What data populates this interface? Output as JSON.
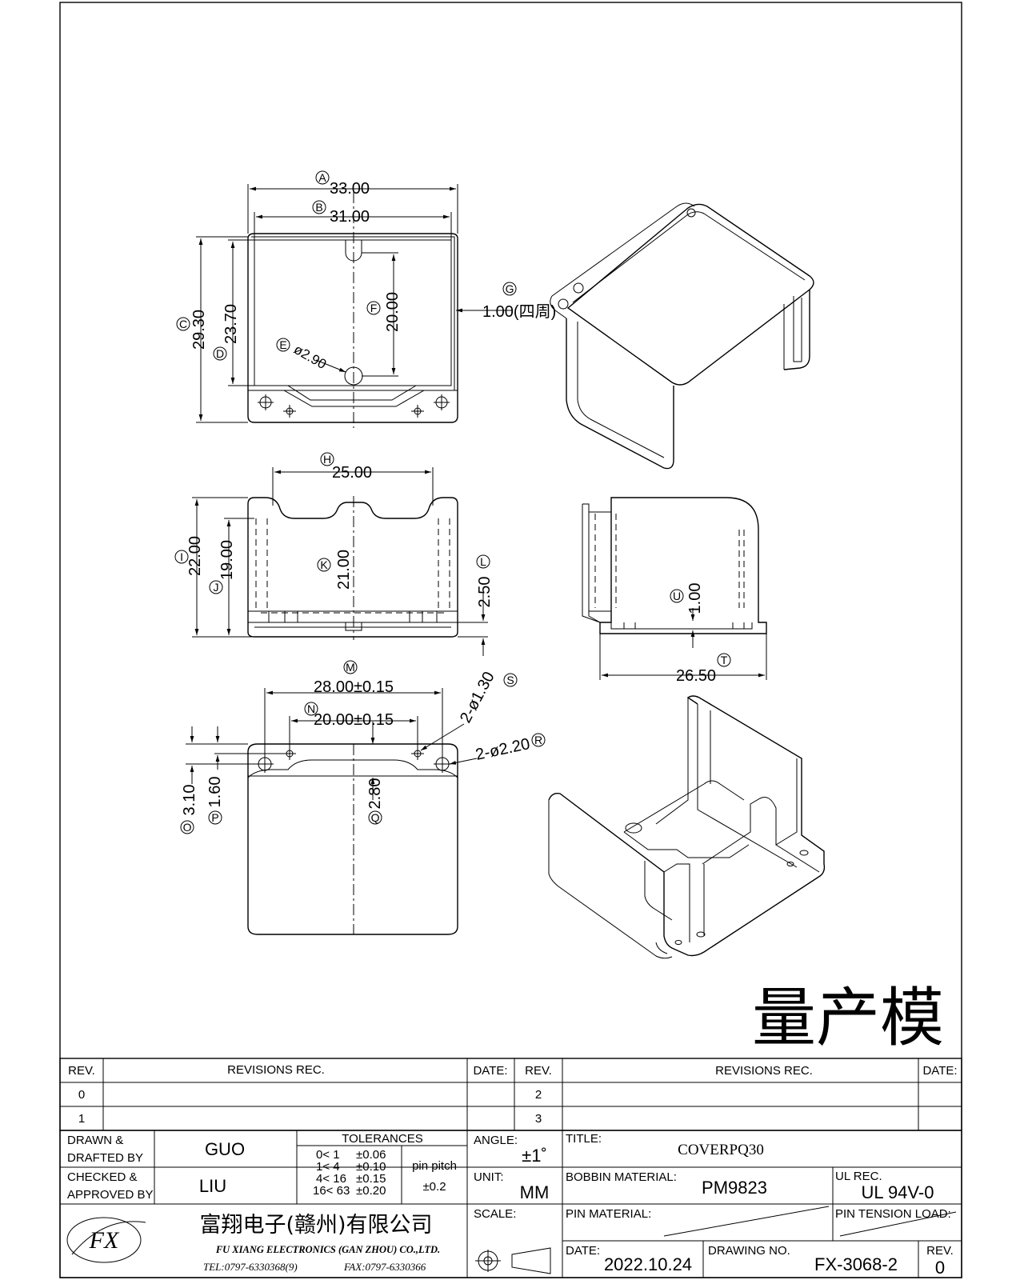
{
  "watermark": "量产模",
  "dimensions": [
    {
      "id": "A",
      "value": "33.00"
    },
    {
      "id": "B",
      "value": "31.00"
    },
    {
      "id": "C",
      "value": "29.30"
    },
    {
      "id": "D",
      "value": "23.70"
    },
    {
      "id": "E",
      "value": "ø2.90"
    },
    {
      "id": "F",
      "value": "20.00"
    },
    {
      "id": "G",
      "value": "1.00(四周)"
    },
    {
      "id": "H",
      "value": "25.00"
    },
    {
      "id": "I",
      "value": "22.00"
    },
    {
      "id": "J",
      "value": "19.00"
    },
    {
      "id": "K",
      "value": "21.00"
    },
    {
      "id": "L",
      "value": "2.50"
    },
    {
      "id": "U",
      "value": "1.00"
    },
    {
      "id": "T",
      "value": "26.50"
    },
    {
      "id": "M",
      "value": "28.00±0.15"
    },
    {
      "id": "N",
      "value": "20.00±0.15"
    },
    {
      "id": "S",
      "value": "2-ø1.30"
    },
    {
      "id": "R",
      "value": "2-ø2.20"
    },
    {
      "id": "O",
      "value": "3.10"
    },
    {
      "id": "P",
      "value": "1.60"
    },
    {
      "id": "Q",
      "value": "2.80"
    }
  ],
  "revision_table": {
    "left_header": {
      "rev": "REV.",
      "rec": "REVISIONS   REC.",
      "date": "DATE:"
    },
    "right_header": {
      "rev": "REV.",
      "rec": "REVISIONS   REC.",
      "date": "DATE:"
    },
    "left_revs": [
      "0",
      "1"
    ],
    "right_revs": [
      "2",
      "3"
    ]
  },
  "title_block": {
    "drawn_label": "DRAWN &\nDRAFTED BY",
    "drawn_line1": "DRAWN &",
    "drawn_line2": "DRAFTED BY",
    "drawn_by": "GUO",
    "checked_line1": "CHECKED &",
    "checked_line2": "APPROVED BY",
    "checked_by": "LIU",
    "tolerances_label": "TOLERANCES",
    "tolerances": [
      {
        "range": "0<  1",
        "tol": "±0.06"
      },
      {
        "range": "1<  4",
        "tol": "±0.10"
      },
      {
        "range": "4<  16",
        "tol": "±0.15"
      },
      {
        "range": "16<  63",
        "tol": "±0.20"
      }
    ],
    "pin_pitch_label": "pin pitch",
    "pin_pitch_value": "±0.2",
    "angle_label": "ANGLE:",
    "angle_value": "±1˚",
    "unit_label": "UNIT:",
    "unit_value": "MM",
    "scale_label": "SCALE:",
    "title_label": "TITLE:",
    "title_value": "COVERPQ30",
    "bobbin_label": "BOBBIN MATERIAL:",
    "bobbin_value": "PM9823",
    "ul_label": "UL REC.",
    "ul_value": "UL 94V-0",
    "pin_material_label": "PIN MATERIAL:",
    "pin_tension_label": "PIN TENSION LOAD:",
    "date_label": "DATE:",
    "date_value": "2022.10.24",
    "drawing_no_label": "DRAWING NO.",
    "drawing_no_value": "FX-3068-2",
    "rev_label": "REV.",
    "rev_value": "0",
    "company_cn": "富翔电子(赣州)有限公司",
    "company_en": "FU XIANG ELECTRONICS (GAN ZHOU) CO.,LTD.",
    "tel": "TEL:0797-6330368(9)",
    "fax": "FAX:0797-6330366",
    "logo_text": "FX"
  }
}
